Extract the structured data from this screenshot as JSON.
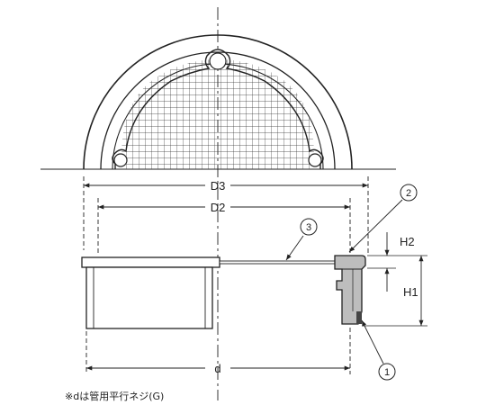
{
  "dimensions": {
    "d3": "D3",
    "d2": "D2",
    "d": "d",
    "h1": "H1",
    "h2": "H2"
  },
  "callouts": {
    "c1": "1",
    "c2": "2",
    "c3": "3"
  },
  "note": "※dは管用平行ネジ(G)"
}
